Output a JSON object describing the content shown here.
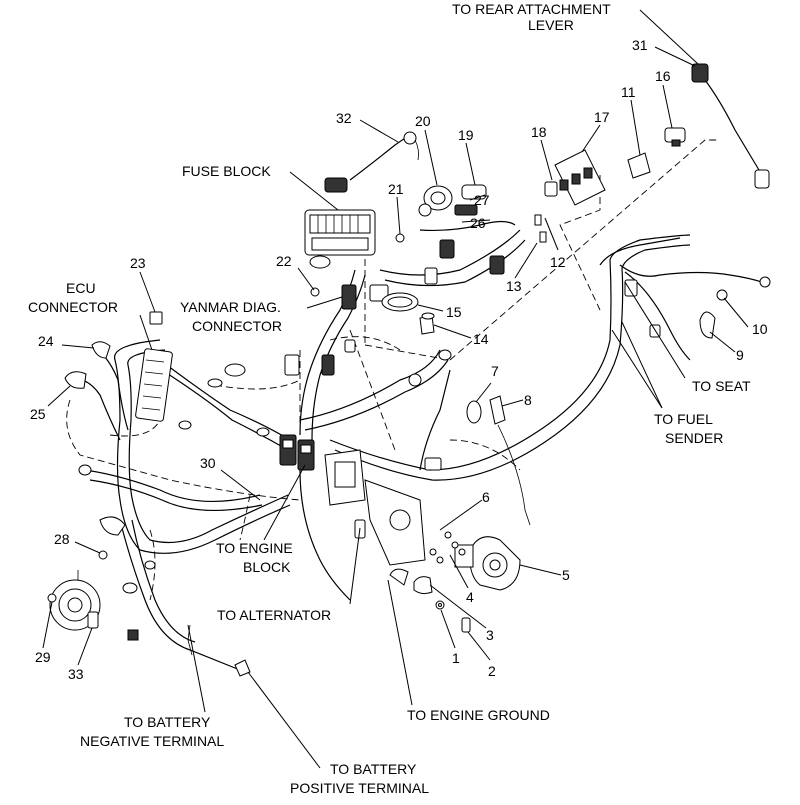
{
  "callouts": {
    "c1": "1",
    "c2": "2",
    "c3": "3",
    "c4": "4",
    "c5": "5",
    "c6": "6",
    "c7": "7",
    "c8": "8",
    "c9": "9",
    "c10": "10",
    "c11": "11",
    "c12": "12",
    "c13": "13",
    "c14": "14",
    "c15": "15",
    "c16": "16",
    "c17": "17",
    "c18": "18",
    "c19": "19",
    "c20": "20",
    "c21": "21",
    "c22": "22",
    "c23": "23",
    "c24": "24",
    "c25": "25",
    "c26": "26",
    "c27": "27",
    "c28": "28",
    "c29": "29",
    "c30": "30",
    "c31": "31",
    "c32": "32",
    "c33": "33"
  },
  "labels": {
    "rear_attachment_1": "TO REAR ATTACHMENT",
    "rear_attachment_2": "LEVER",
    "fuse_block": "FUSE BLOCK",
    "ecu_1": "ECU",
    "ecu_2": "CONNECTOR",
    "yanmar_1": "YANMAR DIAG.",
    "yanmar_2": "CONNECTOR",
    "to_seat": "TO SEAT",
    "fuel_sender_1": "TO FUEL",
    "fuel_sender_2": "SENDER",
    "engine_block_1": "TO ENGINE",
    "engine_block_2": "BLOCK",
    "alternator": "TO ALTERNATOR",
    "engine_ground": "TO ENGINE GROUND",
    "battery_neg_1": "TO BATTERY",
    "battery_neg_2": "NEGATIVE TERMINAL",
    "battery_pos_1": "TO BATTERY",
    "battery_pos_2": "POSITIVE TERMINAL"
  }
}
